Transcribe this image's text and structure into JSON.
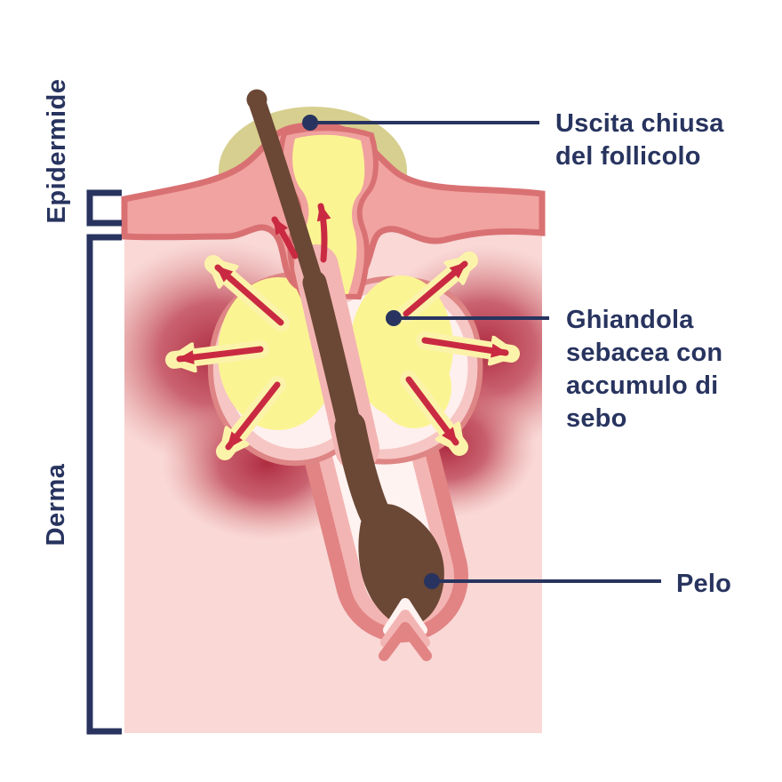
{
  "diagram": {
    "side_labels": {
      "epidermis": "Epidermide",
      "dermis": "Derma"
    },
    "callouts": {
      "closed_follicle": "Uscita chiusa del follicolo",
      "sebaceous_gland": "Ghiandola sebacea con accumulo di sebo",
      "hair": "Pelo"
    }
  },
  "colors": {
    "label_navy": "#28345f",
    "dermis_pink": "#f9d8d6",
    "epidermis_salmon": "#f1a3a1",
    "outline_rose": "#d97173",
    "inflammation_red": "#b12a3e",
    "sebum_yellow": "#fbf493",
    "sebum_pale": "#fdf0ee",
    "gland_sac_pink": "#f6c6c4",
    "gland_sac_outline": "#de8585",
    "comedo_khaki": "#d7cf8f",
    "hair_brown": "#6b4735",
    "arrow_red": "#c92a42",
    "arrow_cream": "#fcf3aa"
  }
}
